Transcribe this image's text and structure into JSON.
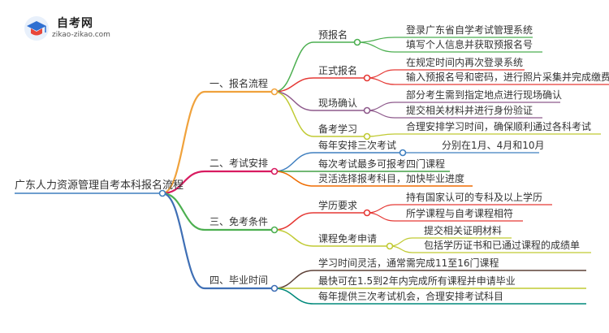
{
  "logo": {
    "title": "自考网",
    "url": "zikao-zikao.com",
    "icon": "graduation-cap-icon"
  },
  "root": "广东人力资源管理自考本科报名流程",
  "branches": [
    {
      "label": "一、报名流程",
      "color": "#f0a23c",
      "children": [
        {
          "label": "预报名",
          "color": "#4caf50",
          "leaves": [
            "登录广东省自学考试管理系统",
            "填写个人信息并获取预报名号"
          ]
        },
        {
          "label": "正式报名",
          "color": "#e53935",
          "leaves": [
            "在规定时间内再次登录系统",
            "输入预报名号和密码，进行照片采集并完成缴费"
          ]
        },
        {
          "label": "现场确认",
          "color": "#8e5a8c",
          "leaves": [
            "部分考生需到指定地点进行现场确认",
            "提交相关材料并进行身份验证"
          ]
        },
        {
          "label": "备考学习",
          "color": "#c0ca33",
          "leaves": [
            "合理安排学习时间，确保顺利通过各科考试"
          ]
        }
      ]
    },
    {
      "label": "二、考试安排",
      "color": "#d81b60",
      "children": [
        {
          "label": "每年安排三次考试",
          "color": "#3f7fbf",
          "leaves": [
            "分别在1月、4月和10月"
          ]
        },
        {
          "label": "每次考试最多可报考四门课程",
          "color": "#43a047",
          "leaves": []
        },
        {
          "label": "灵活选择报考科目，加快毕业进度",
          "color": "#ef6c00",
          "leaves": []
        }
      ]
    },
    {
      "label": "三、免考条件",
      "color": "#4caf50",
      "children": [
        {
          "label": "学历要求",
          "color": "#e53935",
          "leaves": [
            "持有国家认可的专科及以上学历",
            "所学课程与自考课程相符"
          ]
        },
        {
          "label": "课程免考申请",
          "color": "#c0ca33",
          "leaves": [
            "提交相关证明材料",
            "包括学历证书和已通过课程的成绩单"
          ]
        }
      ]
    },
    {
      "label": "四、毕业时间",
      "color": "#3f6fb5",
      "children": [
        {
          "label": "学习时间灵活，通常需完成11至16门课程",
          "color": "#5d4037",
          "leaves": []
        },
        {
          "label": "最快可在1.5到2年内完成所有课程并申请毕业",
          "color": "#c0ca33",
          "leaves": []
        },
        {
          "label": "每年提供三次考试机会，合理安排考试科目",
          "color": "#00897b",
          "leaves": []
        }
      ]
    }
  ]
}
